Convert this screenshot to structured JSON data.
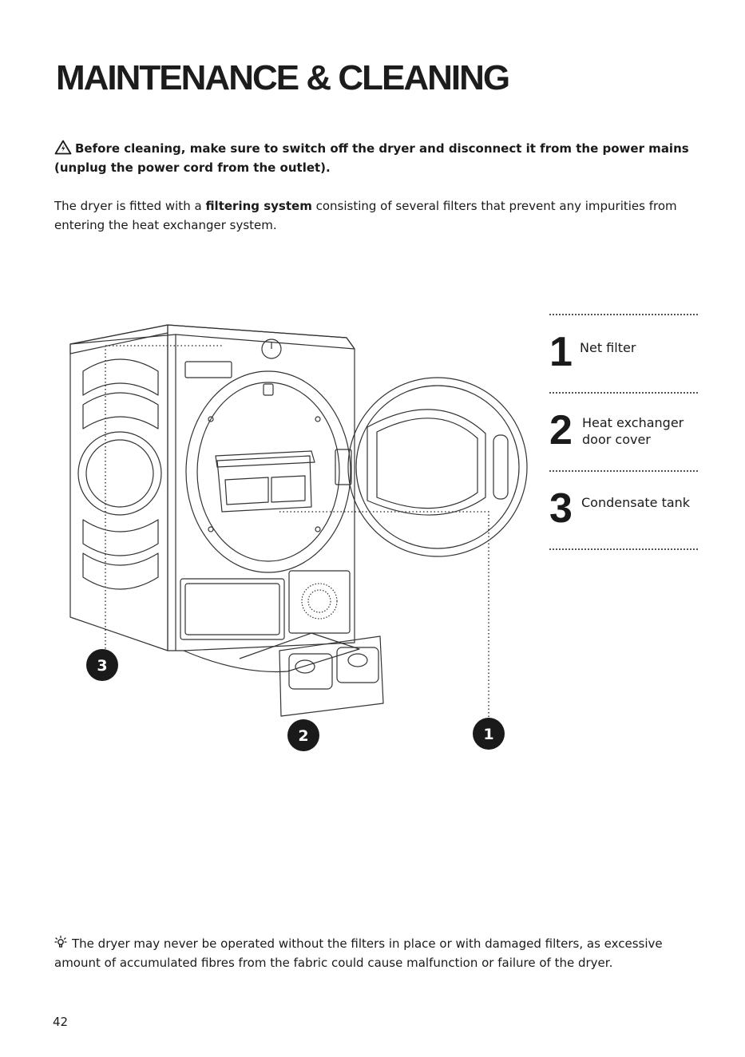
{
  "page": {
    "title": "MAINTENANCE & CLEANING",
    "warning": "Before cleaning, make sure to switch off the dryer and disconnect it from the power mains (unplug the power cord from the outlet).",
    "intro": {
      "before": "The dryer is fitted with a ",
      "bold": "filtering system",
      "after": " consisting of several filters that prevent any impurities from entering the heat exchanger system."
    },
    "tip": "The dryer may never be operated without the filters in place or with damaged filters, as excessive amount of accumulated fibres from the fabric could cause malfunction or failure of the dryer.",
    "page_number": "42"
  },
  "figure": {
    "callouts": [
      {
        "number": "1",
        "label": "Net filter"
      },
      {
        "number": "2",
        "label": "Heat exchanger door cover"
      },
      {
        "number": "3",
        "label": "Condensate tank"
      }
    ]
  }
}
